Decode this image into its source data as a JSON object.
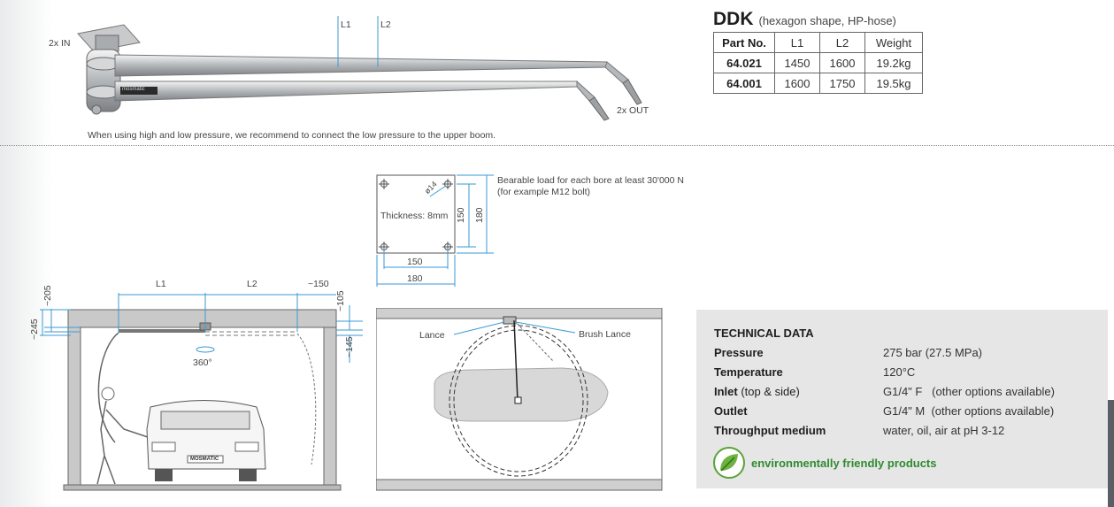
{
  "top": {
    "label_in": "2x IN",
    "label_out": "2x OUT",
    "label_l1": "L1",
    "label_l2": "L2",
    "brand": "mosmatic",
    "note": "When using high and low pressure, we recommend to connect the low pressure to the upper boom."
  },
  "product": {
    "name": "DDK",
    "subtitle": "(hexagon shape, HP-hose)",
    "columns": [
      "Part No.",
      "L1",
      "L2",
      "Weight"
    ],
    "rows": [
      [
        "64.021",
        "1450",
        "1600",
        "19.2kg"
      ],
      [
        "64.001",
        "1600",
        "1750",
        "19.5kg"
      ]
    ]
  },
  "plate": {
    "bore": "ø14",
    "thickness": "Thickness: 8mm",
    "dim_inner_v": "150",
    "dim_outer_v": "180",
    "dim_inner_h": "150",
    "dim_outer_h": "180",
    "note": "Bearable load for each bore at least 30'000 N (for example M12 bolt)"
  },
  "side": {
    "l1": "L1",
    "l2": "L2",
    "d150": "~150",
    "d205": "~205",
    "d245": "~245",
    "d105": "~105",
    "d145": "~145",
    "rot": "360°",
    "car_badge": "MOSMATIC"
  },
  "topview": {
    "lance": "Lance",
    "brush": "Brush Lance"
  },
  "tech": {
    "heading": "TECHNICAL DATA",
    "rows": [
      {
        "key": "Pressure",
        "extra": "",
        "value": "275 bar (27.5 MPa)"
      },
      {
        "key": "Temperature",
        "extra": "",
        "value": "120°C"
      },
      {
        "key": "Inlet",
        "extra": " (top & side)",
        "value": "G1/4\" F   (other options available)"
      },
      {
        "key": "Outlet",
        "extra": "",
        "value": "G1/4\" M  (other options available)"
      },
      {
        "key": "Throughput medium",
        "extra": "",
        "value": "water, oil, air at pH 3-12"
      }
    ],
    "eco": "environmentally friendly products"
  },
  "colors": {
    "eco_green": "#2e8b2e",
    "dim_blue": "#3a9ad6",
    "panel_gray": "#e6e6e6"
  }
}
